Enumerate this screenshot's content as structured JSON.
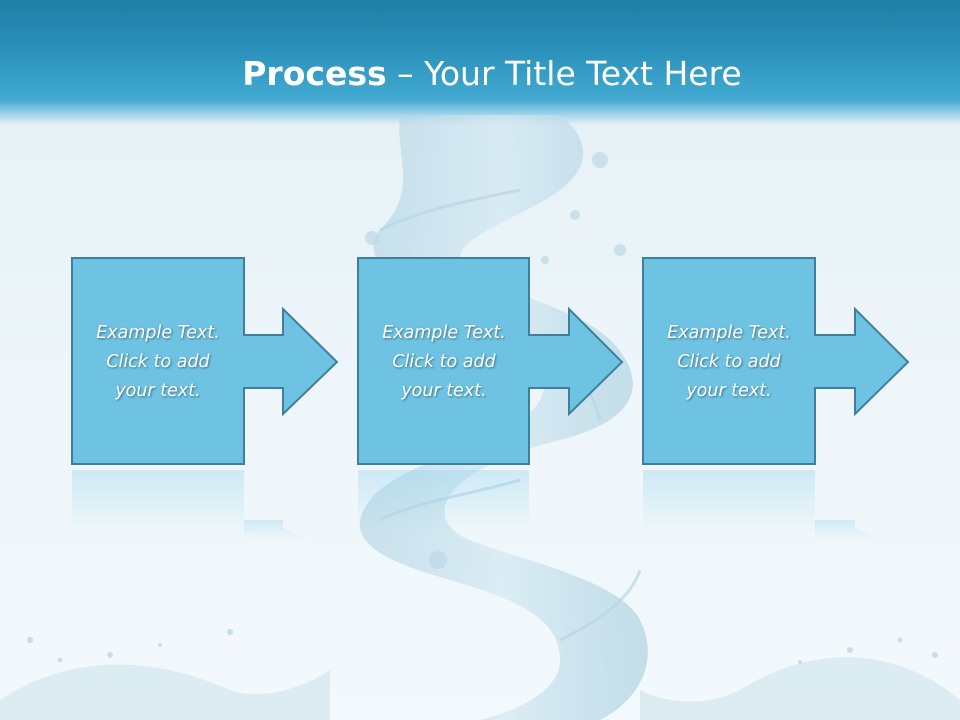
{
  "slide": {
    "title_bold": "Process",
    "title_rest": " – Your Title Text Here"
  },
  "steps": [
    {
      "text": "Example Text.\nClick  to add\nyour text."
    },
    {
      "text": "Example Text.\nClick  to add\nyour text."
    },
    {
      "text": "Example Text.\nClick  to add\nyour text."
    }
  ],
  "colors": {
    "header": "#2d94be",
    "box_fill": "#6ec3e3",
    "box_stroke": "#3f7f9c",
    "text": "#ffffff"
  }
}
